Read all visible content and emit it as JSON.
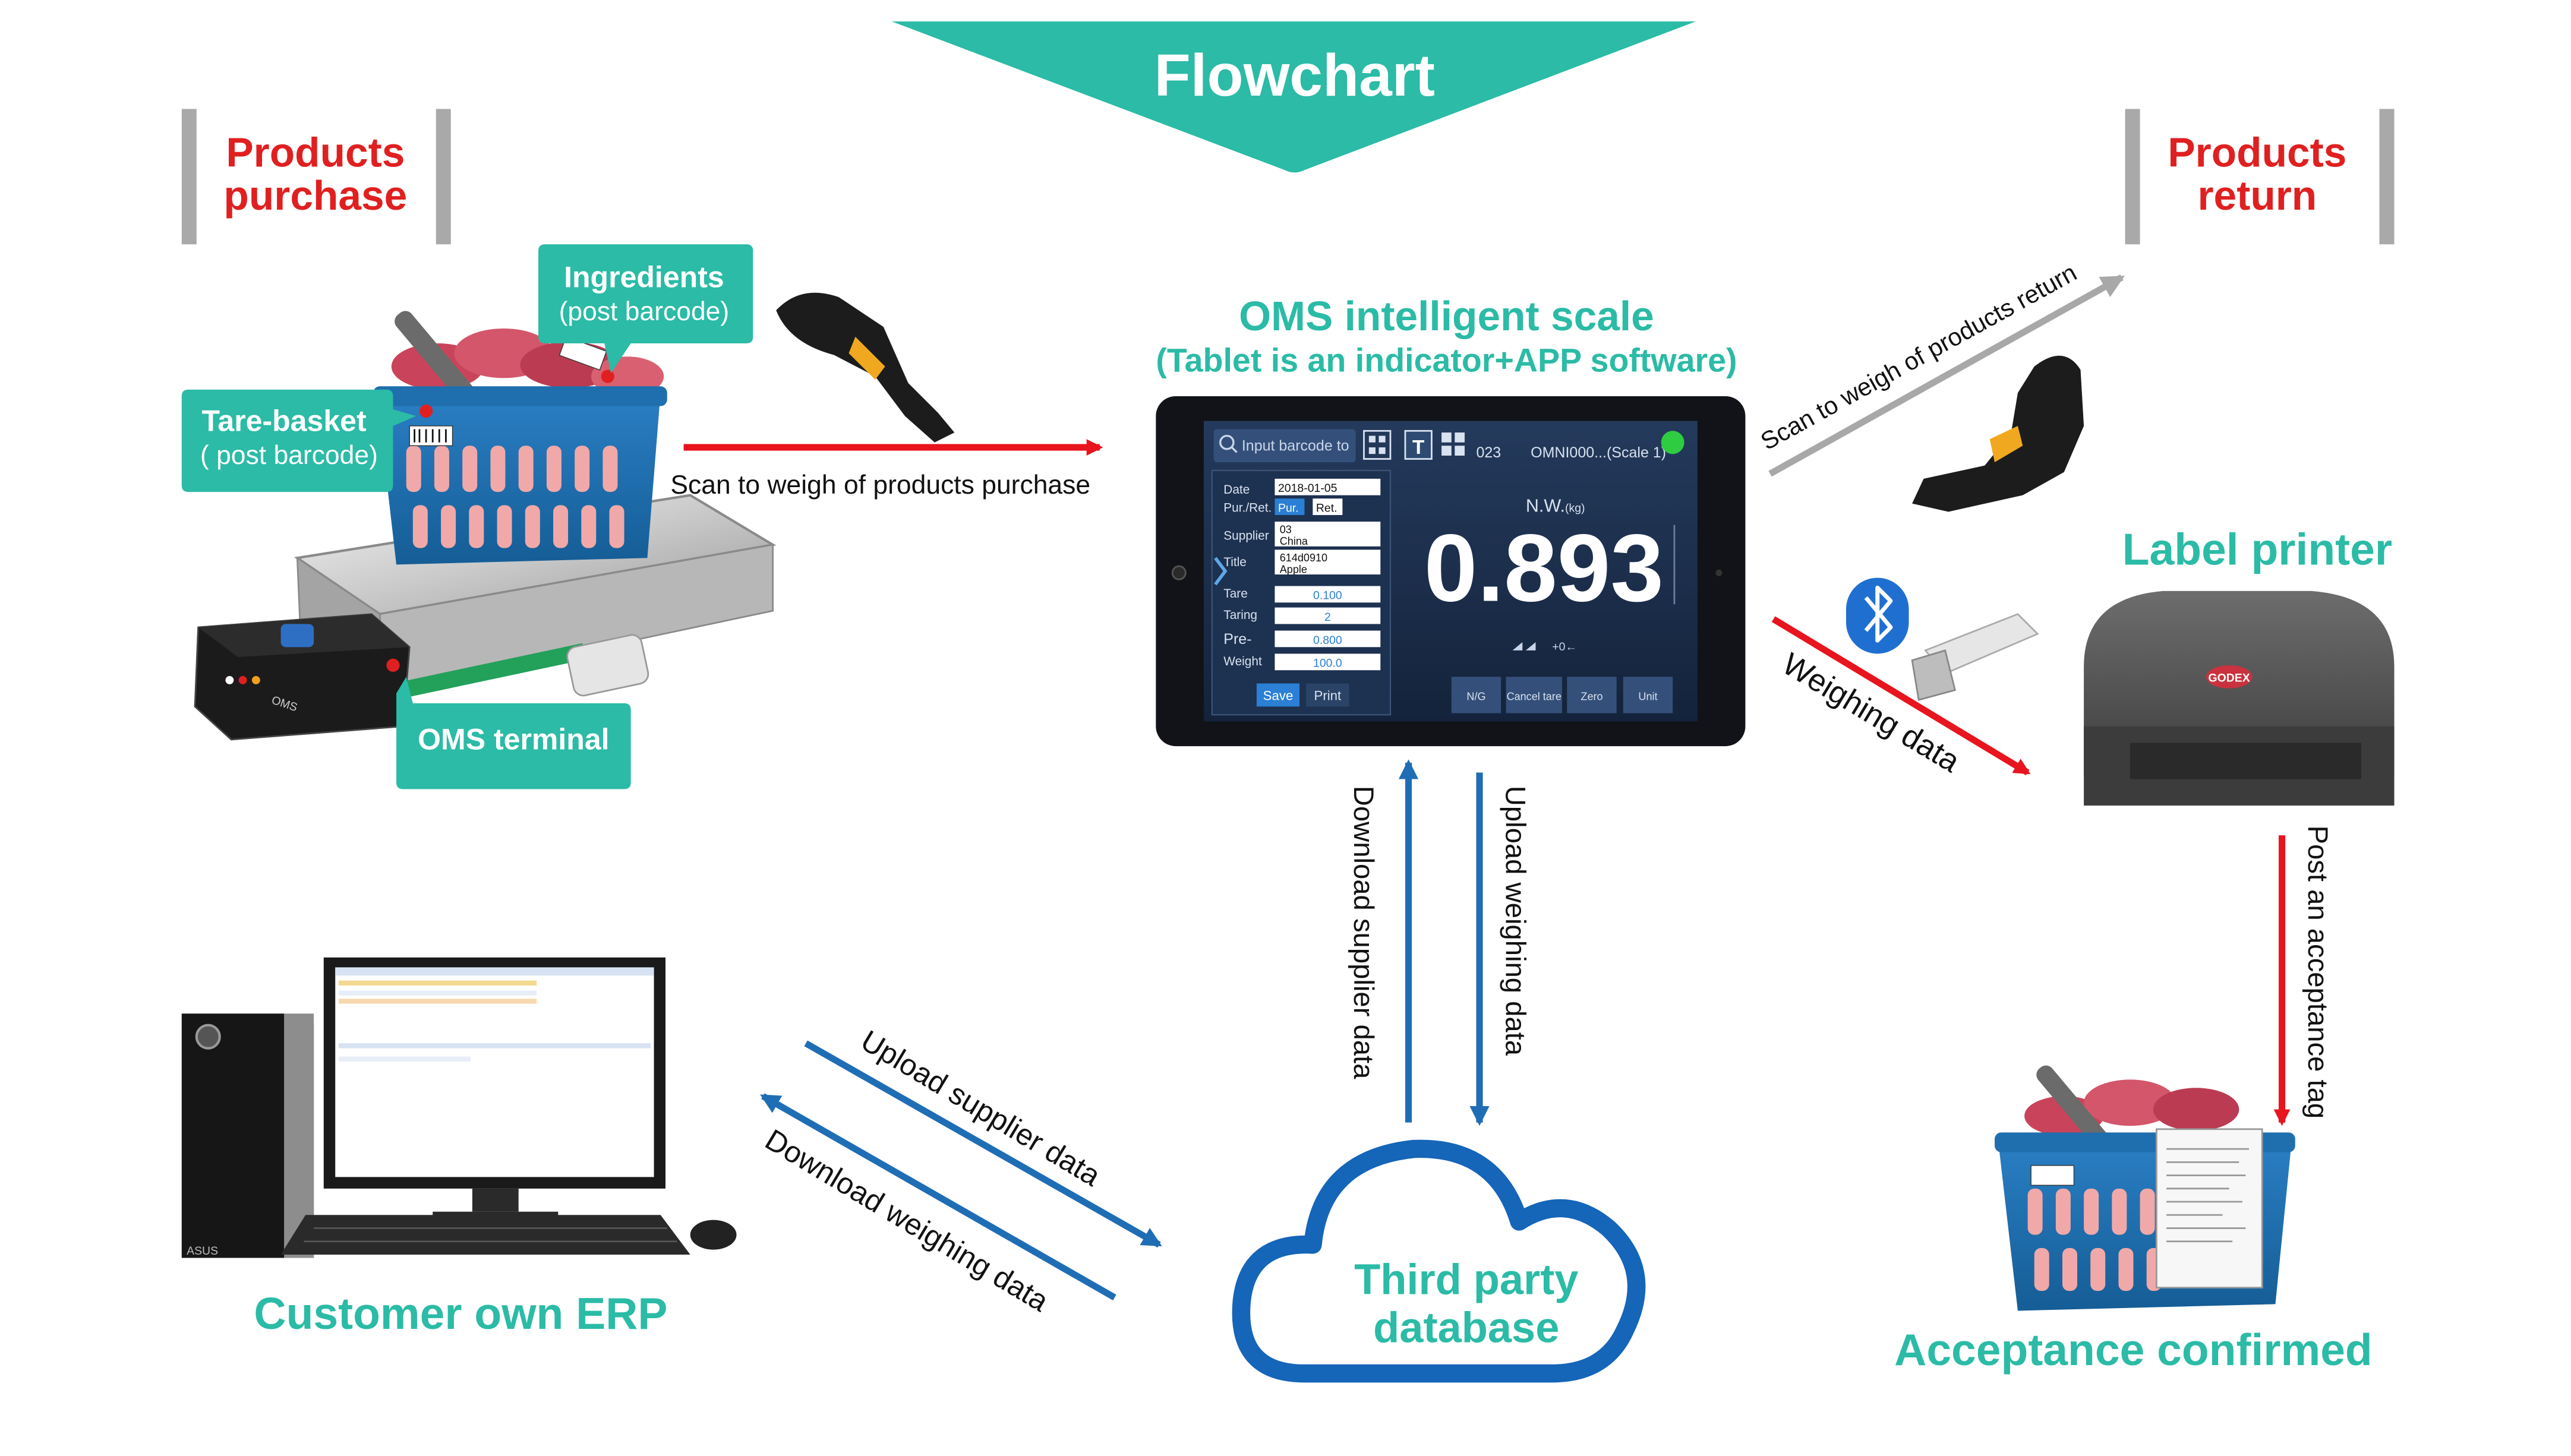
{
  "header": {
    "title": "Flowchart"
  },
  "sections": {
    "purchase": [
      "Products",
      "purchase"
    ],
    "return": [
      "Products",
      "return"
    ]
  },
  "callouts": {
    "ingredients": [
      "Ingredients",
      "(post barcode)"
    ],
    "tare_basket": [
      "Tare-basket",
      "( post barcode)"
    ],
    "oms_terminal": "OMS terminal"
  },
  "scale": {
    "title": "OMS intelligent scale",
    "subtitle": "(Tablet is an indicator+APP software)"
  },
  "tablet": {
    "search_placeholder": "Input barcode to",
    "code": "023",
    "scale_name": "OMNI000...(Scale 1)",
    "form": {
      "date_label": "Date",
      "date_value": "2018-01-05",
      "purret_label": "Pur./Ret.",
      "pur_option": "Pur.",
      "ret_option": "Ret.",
      "supplier_label": "Supplier",
      "supplier_value": [
        "03",
        "China"
      ],
      "title_label": "Title",
      "title_value": [
        "614d0910",
        "Apple"
      ],
      "tare_label": "Tare",
      "tare_value": "0.100",
      "taring_label": "Taring",
      "taring_value": "2",
      "pre_label": "Pre-",
      "pre_value": "0.800",
      "weight_label": "Weight",
      "weight_value": "100.0",
      "save_label": "Save",
      "print_label": "Print"
    },
    "nw_label": "N.W.",
    "nw_unit": "(kg)",
    "reading": "0.893",
    "status_text": "+0←",
    "buttons": [
      "N/G",
      "Cancel tare",
      "Zero",
      "Unit"
    ],
    "status_color": "#2ecc40"
  },
  "flows": {
    "scan_purchase": "Scan to weigh of products purchase",
    "scan_return": "Scan to weigh of products return",
    "weighing_data": "Weighing data",
    "post_tag": "Post an acceptance tag",
    "download_supplier": "Download supplier data",
    "upload_weighing": "Upload weighing data",
    "upload_supplier": "Upload supplier data",
    "download_weighing": "Download weighing data"
  },
  "nodes": {
    "label_printer": "Label printer",
    "erp": "Customer own ERP",
    "database": [
      "Third party",
      "database"
    ],
    "acceptance": "Acceptance confirmed"
  },
  "device_text": {
    "terminal_brand": "OMS",
    "printer_brand": "GODEX",
    "pc_brand": "ASUS"
  },
  "icons": [
    "bluetooth-icon",
    "search-icon",
    "qr-icon",
    "tare-icon",
    "grid-icon",
    "cloud-icon"
  ],
  "colors": {
    "teal": "#2bbba6",
    "red_label": "#e02020",
    "flow_red": "#e8141e",
    "flow_blue": "#1f6db5",
    "flow_gray": "#a8a8a8",
    "cloud_blue": "#1565b8"
  }
}
